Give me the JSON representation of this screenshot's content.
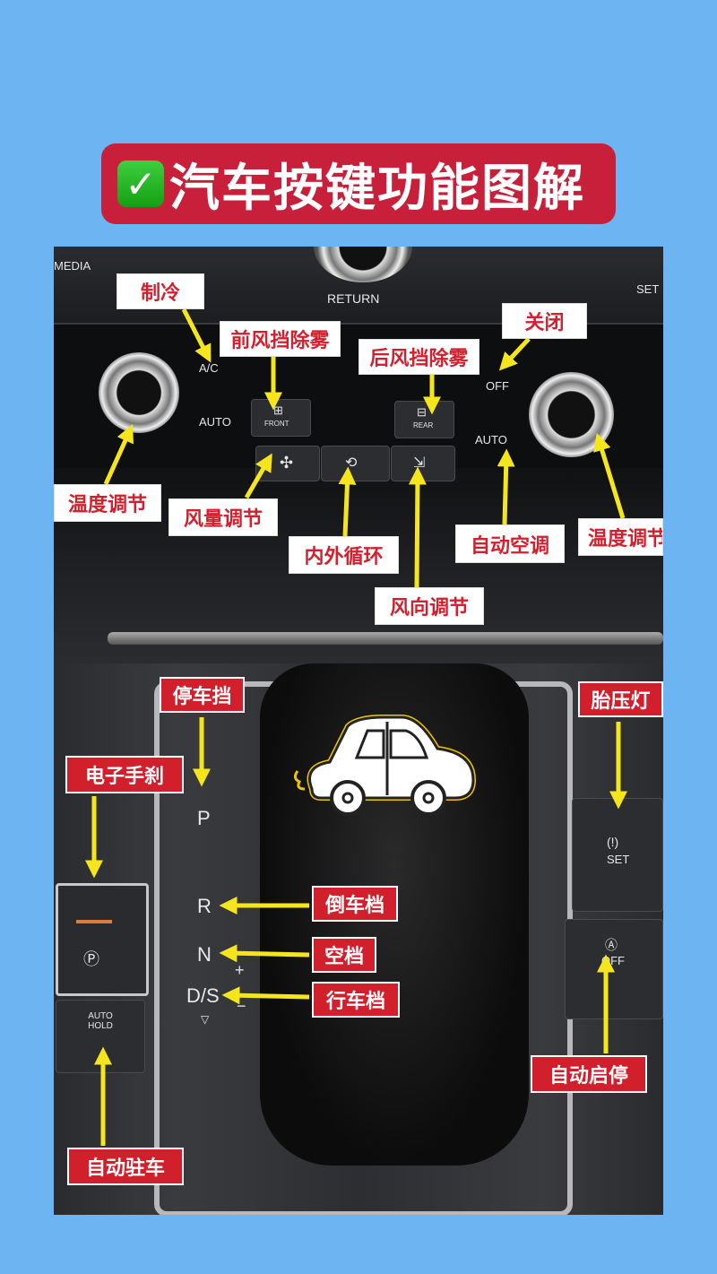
{
  "header": {
    "check_icon": "green-check-emoji",
    "title": "汽车按键功能图解"
  },
  "climate_panel": {
    "photo_text": {
      "media": "MEDIA",
      "return": "RETURN",
      "set": "SET",
      "ac": "A/C",
      "auto_left": "AUTO",
      "off": "OFF",
      "auto_right": "AUTO",
      "front": "FRONT",
      "rear": "REAR"
    },
    "labels": {
      "cooling": "制冷",
      "front_defrost": "前风挡除雾",
      "rear_defrost": "后风挡除雾",
      "off": "关闭",
      "temp_left": "温度调节",
      "fan_speed": "风量调节",
      "recirculation": "内外循环",
      "air_direction": "风向调节",
      "auto_ac": "自动空调",
      "temp_right": "温度调节"
    }
  },
  "gear_panel": {
    "photo_text": {
      "p": "P",
      "r": "R",
      "n": "N",
      "ds": "D/S",
      "plus": "+",
      "minus": "−",
      "auto_hold": "AUTO HOLD",
      "tpms_set": "SET",
      "start_stop_off": "OFF"
    },
    "labels": {
      "park": "停车挡",
      "epb": "电子手刹",
      "tpms": "胎压灯",
      "reverse": "倒车档",
      "neutral": "空档",
      "drive": "行车档",
      "start_stop": "自动启停",
      "auto_hold": "自动驻车"
    }
  },
  "colors": {
    "background": "#6db4f2",
    "banner": "#c8203a",
    "label_red": "#d11f2c",
    "arrow": "#f5e51c"
  }
}
